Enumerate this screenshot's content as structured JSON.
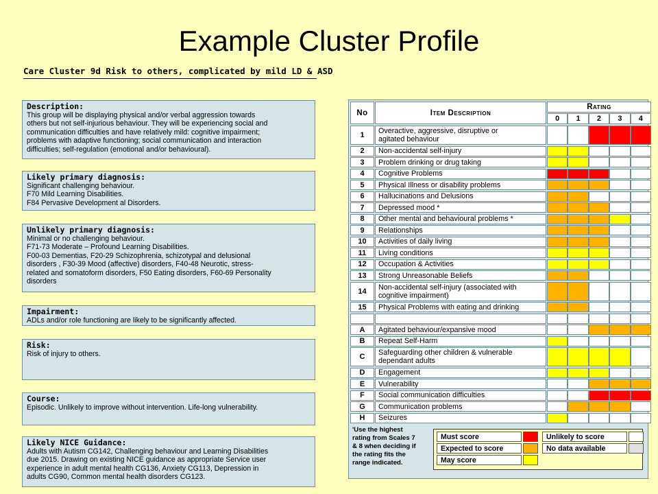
{
  "title": "Example Cluster Profile",
  "subtitle": "Care Cluster 9d Risk to others, complicated by mild LD & ASD",
  "boxes": [
    {
      "heading": "Description:",
      "lines": [
        "This group will be displaying physical and/or verbal aggression towards",
        "others but not self-injurious behaviour. They will be experiencing social and",
        "communication difficulties and have relatively mild: cognitive impairment;",
        "problems with adaptive functioning; social communication and interaction",
        "difficulties; self-regulation (emotional and/or behavioural)."
      ]
    },
    {
      "heading": "Likely primary diagnosis:",
      "lines": [
        "Significant challenging behaviour.",
        "F70 Mild Learning Disabilities.",
        "F84 Pervasive Development al Disorders."
      ]
    },
    {
      "heading": "Unlikely primary diagnosis:",
      "lines": [
        "Minimal or no challenging behaviour.",
        "F71-73 Moderate – Profound Learning Disabilities.",
        "F00-03 Dementias, F20-29 Schizophrenia, schizotypal and delusional",
        "disorders , F30-39 Mood (affective) disorders, F40-48 Neurotic, stress-",
        "related and somatoform disorders, F50 Eating disorders, F60-69 Personality",
        "disorders"
      ]
    },
    {
      "heading": "Impairment:",
      "lines": [
        "ADLs and/or role functioning are likely to be significantly affected."
      ]
    },
    {
      "heading": "Risk:",
      "lines": [
        "Risk of injury to others."
      ]
    },
    {
      "heading": "Course:",
      "lines": [
        "Episodic. Unlikely to improve without intervention. Life-long vulnerability."
      ]
    },
    {
      "heading": "Likely NICE Guidance:",
      "lines": [
        "Adults with Autism CG142, Challenging behaviour and Learning Disabilities",
        "due 2015. Drawing on existing NICE guidance as appropriate Service user",
        "experience in adult mental health CG136, Anxiety CG113, Depression in",
        "adults CG90, Common mental health disorders CG123."
      ]
    }
  ],
  "table": {
    "col_no": "No",
    "col_desc": "Item Description",
    "col_rating": "Rating",
    "rating_levels": [
      "0",
      "1",
      "2",
      "3",
      "4"
    ],
    "colors": {
      "must": "#FF0000",
      "expected": "#FFB200",
      "may": "#FFFF00",
      "unlikely": "#FFFFFF",
      "nodata": "#E0E0E0"
    },
    "rows": [
      {
        "no": "1",
        "desc": [
          "Overactive, aggressive, disruptive or",
          "agitated behaviour"
        ],
        "r": [
          "u",
          "u",
          "m",
          "m",
          "m"
        ]
      },
      {
        "no": "2",
        "desc": [
          "Non-accidental self-injury"
        ],
        "r": [
          "y",
          "y",
          "u",
          "u",
          "u"
        ]
      },
      {
        "no": "3",
        "desc": [
          "Problem drinking or drug taking"
        ],
        "r": [
          "y",
          "y",
          "u",
          "u",
          "u"
        ]
      },
      {
        "no": "4",
        "desc": [
          "Cognitive Problems"
        ],
        "r": [
          "m",
          "m",
          "m",
          "u",
          "u"
        ]
      },
      {
        "no": "5",
        "desc": [
          "Physical Illness or disability problems"
        ],
        "r": [
          "o",
          "o",
          "o",
          "u",
          "u"
        ]
      },
      {
        "no": "6",
        "desc": [
          "Hallucinations and Delusions"
        ],
        "r": [
          "o",
          "o",
          "u",
          "u",
          "u"
        ]
      },
      {
        "no": "7",
        "desc": [
          "Depressed mood *"
        ],
        "r": [
          "o",
          "o",
          "o",
          "u",
          "u"
        ]
      },
      {
        "no": "8",
        "desc": [
          "Other mental and behavioural problems *"
        ],
        "r": [
          "o",
          "o",
          "o",
          "y",
          "u"
        ]
      },
      {
        "no": "9",
        "desc": [
          "Relationships"
        ],
        "r": [
          "o",
          "o",
          "o",
          "u",
          "u"
        ]
      },
      {
        "no": "10",
        "desc": [
          "Activities of daily living"
        ],
        "r": [
          "o",
          "o",
          "o",
          "u",
          "u"
        ]
      },
      {
        "no": "11",
        "desc": [
          "Living conditions"
        ],
        "r": [
          "y",
          "y",
          "y",
          "u",
          "u"
        ]
      },
      {
        "no": "12",
        "desc": [
          "Occupation & Activities"
        ],
        "r": [
          "y",
          "y",
          "y",
          "u",
          "u"
        ]
      },
      {
        "no": "13",
        "desc": [
          "Strong Unreasonable Beliefs"
        ],
        "r": [
          "o",
          "o",
          "u",
          "u",
          "u"
        ]
      },
      {
        "no": "14",
        "desc": [
          "Non-accidental self-injury (associated with",
          "cognitive impairment)"
        ],
        "r": [
          "o",
          "o",
          "u",
          "u",
          "u"
        ]
      },
      {
        "no": "15",
        "desc": [
          "Physical Problems with eating and drinking"
        ],
        "r": [
          "o",
          "o",
          "u",
          "u",
          "u"
        ]
      },
      {
        "no": "",
        "desc": [
          ""
        ],
        "r": [
          "u",
          "u",
          "u",
          "u",
          "u"
        ]
      },
      {
        "no": "A",
        "desc": [
          "Agitated behaviour/expansive mood"
        ],
        "r": [
          "u",
          "u",
          "o",
          "o",
          "o"
        ]
      },
      {
        "no": "B",
        "desc": [
          "Repeat Self-Harm"
        ],
        "r": [
          "y",
          "u",
          "u",
          "u",
          "u"
        ]
      },
      {
        "no": "C",
        "desc": [
          "Safeguarding other children & vulnerable",
          "dependant adults"
        ],
        "r": [
          "y",
          "y",
          "y",
          "y",
          "u"
        ]
      },
      {
        "no": "D",
        "desc": [
          "Engagement"
        ],
        "r": [
          "y",
          "y",
          "y",
          "u",
          "u"
        ]
      },
      {
        "no": "E",
        "desc": [
          "Vulnerability"
        ],
        "r": [
          "u",
          "u",
          "o",
          "o",
          "o"
        ]
      },
      {
        "no": "F",
        "desc": [
          "Social communication difficulties"
        ],
        "r": [
          "u",
          "u",
          "m",
          "m",
          "m"
        ]
      },
      {
        "no": "G",
        "desc": [
          "Communication problems"
        ],
        "r": [
          "u",
          "o",
          "o",
          "o",
          "u"
        ]
      },
      {
        "no": "H",
        "desc": [
          "Seizures"
        ],
        "r": [
          "y",
          "u",
          "u",
          "u",
          "u"
        ]
      }
    ]
  },
  "legend": {
    "note": [
      "'Use the highest",
      "rating from Scales 7",
      "& 8 when deciding if",
      "the rating fits the",
      "range indicated."
    ],
    "must": "Must score",
    "expected": "Expected to score",
    "may": "May score",
    "unlikely": "Unlikely to score",
    "nodata": "No data available"
  }
}
